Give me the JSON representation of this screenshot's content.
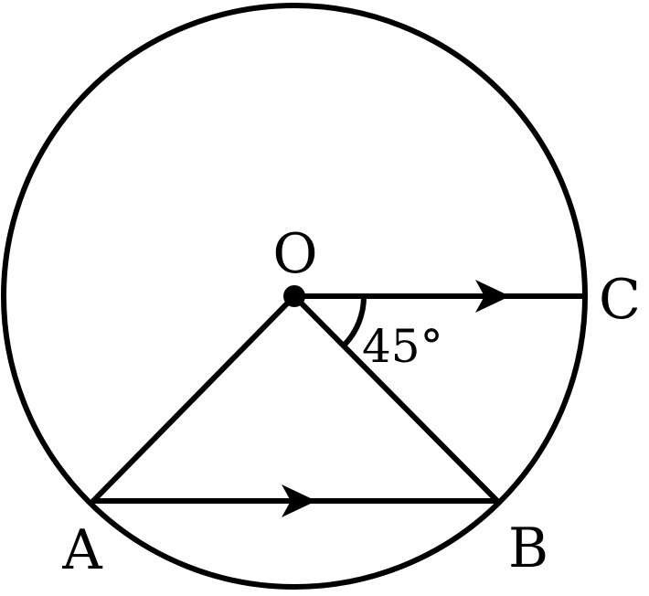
{
  "labels": {
    "center": "O",
    "a": "A",
    "b": "B",
    "c": "C",
    "angle": "45°"
  },
  "colors": {
    "stroke": "#000000",
    "background": "#ffffff"
  }
}
